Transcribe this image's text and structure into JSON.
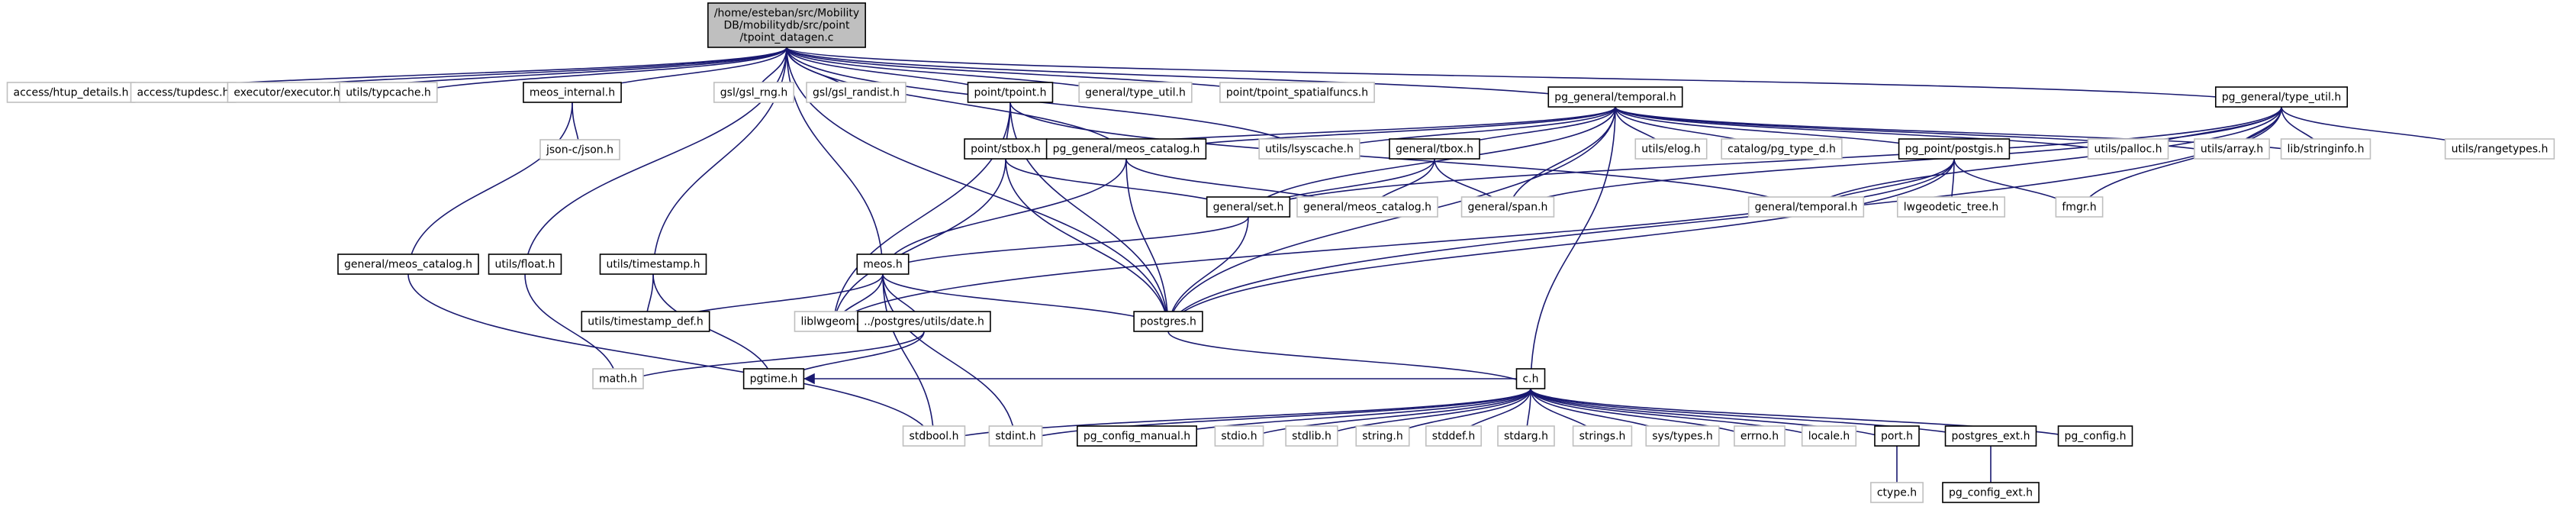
{
  "colors": {
    "edge": "#191970",
    "root_fill": "#bfbfbf",
    "linked_fill": "#ffffff",
    "linked_stroke": "#000000",
    "plain_stroke": "#bfbfbf",
    "text": "#000000"
  },
  "nodes": [
    {
      "id": "root",
      "label": [
        "/home/esteban/src/Mobility",
        "DB/mobilitydb/src/point",
        "/tpoint_datagen.c"
      ],
      "kind": "root"
    },
    {
      "id": "access_htup_details",
      "label": [
        "access/htup_details.h"
      ],
      "kind": "plain"
    },
    {
      "id": "access_tupdesc",
      "label": [
        "access/tupdesc.h"
      ],
      "kind": "plain"
    },
    {
      "id": "executor_executor",
      "label": [
        "executor/executor.h"
      ],
      "kind": "plain"
    },
    {
      "id": "utils_typcache",
      "label": [
        "utils/typcache.h"
      ],
      "kind": "plain"
    },
    {
      "id": "meos_internal",
      "label": [
        "meos_internal.h"
      ],
      "kind": "linked"
    },
    {
      "id": "gsl_rng",
      "label": [
        "gsl/gsl_rng.h"
      ],
      "kind": "plain"
    },
    {
      "id": "gsl_randist",
      "label": [
        "gsl/gsl_randist.h"
      ],
      "kind": "plain"
    },
    {
      "id": "point_tpoint",
      "label": [
        "point/tpoint.h"
      ],
      "kind": "linked"
    },
    {
      "id": "general_type_util",
      "label": [
        "general/type_util.h"
      ],
      "kind": "plain"
    },
    {
      "id": "point_tpoint_spatialfuncs",
      "label": [
        "point/tpoint_spatialfuncs.h"
      ],
      "kind": "plain"
    },
    {
      "id": "pg_general_temporal",
      "label": [
        "pg_general/temporal.h"
      ],
      "kind": "linked"
    },
    {
      "id": "pg_general_type_util",
      "label": [
        "pg_general/type_util.h"
      ],
      "kind": "linked"
    },
    {
      "id": "json_c_json",
      "label": [
        "json-c/json.h"
      ],
      "kind": "plain"
    },
    {
      "id": "point_stbox",
      "label": [
        "point/stbox.h"
      ],
      "kind": "linked"
    },
    {
      "id": "pg_general_meos_catalog",
      "label": [
        "pg_general/meos_catalog.h"
      ],
      "kind": "linked"
    },
    {
      "id": "utils_lsyscache",
      "label": [
        "utils/lsyscache.h"
      ],
      "kind": "plain"
    },
    {
      "id": "general_tbox",
      "label": [
        "general/tbox.h"
      ],
      "kind": "linked"
    },
    {
      "id": "utils_elog",
      "label": [
        "utils/elog.h"
      ],
      "kind": "plain"
    },
    {
      "id": "catalog_pg_type_d",
      "label": [
        "catalog/pg_type_d.h"
      ],
      "kind": "plain"
    },
    {
      "id": "pg_point_postgis",
      "label": [
        "pg_point/postgis.h"
      ],
      "kind": "linked"
    },
    {
      "id": "utils_palloc",
      "label": [
        "utils/palloc.h"
      ],
      "kind": "plain"
    },
    {
      "id": "utils_array",
      "label": [
        "utils/array.h"
      ],
      "kind": "plain"
    },
    {
      "id": "lib_stringinfo",
      "label": [
        "lib/stringinfo.h"
      ],
      "kind": "plain"
    },
    {
      "id": "utils_rangetypes",
      "label": [
        "utils/rangetypes.h"
      ],
      "kind": "plain"
    },
    {
      "id": "general_set",
      "label": [
        "general/set.h"
      ],
      "kind": "linked"
    },
    {
      "id": "general_meos_catalog_mid",
      "label": [
        "general/meos_catalog.h"
      ],
      "kind": "plain"
    },
    {
      "id": "general_span",
      "label": [
        "general/span.h"
      ],
      "kind": "plain"
    },
    {
      "id": "general_temporal",
      "label": [
        "general/temporal.h"
      ],
      "kind": "plain"
    },
    {
      "id": "lwgeodetic_tree",
      "label": [
        "lwgeodetic_tree.h"
      ],
      "kind": "plain"
    },
    {
      "id": "fmgr",
      "label": [
        "fmgr.h"
      ],
      "kind": "plain"
    },
    {
      "id": "general_meos_catalog_left",
      "label": [
        "general/meos_catalog.h"
      ],
      "kind": "linked"
    },
    {
      "id": "utils_float",
      "label": [
        "utils/float.h"
      ],
      "kind": "linked"
    },
    {
      "id": "utils_timestamp",
      "label": [
        "utils/timestamp.h"
      ],
      "kind": "linked"
    },
    {
      "id": "meos",
      "label": [
        "meos.h"
      ],
      "kind": "linked"
    },
    {
      "id": "utils_timestamp_def",
      "label": [
        "utils/timestamp_def.h"
      ],
      "kind": "linked"
    },
    {
      "id": "liblwgeom",
      "label": [
        "liblwgeom.h"
      ],
      "kind": "plain"
    },
    {
      "id": "postgres_utils_date",
      "label": [
        "../postgres/utils/date.h"
      ],
      "kind": "linked"
    },
    {
      "id": "postgres",
      "label": [
        "postgres.h"
      ],
      "kind": "linked"
    },
    {
      "id": "math",
      "label": [
        "math.h"
      ],
      "kind": "plain"
    },
    {
      "id": "pgtime",
      "label": [
        "pgtime.h"
      ],
      "kind": "linked"
    },
    {
      "id": "c",
      "label": [
        "c.h"
      ],
      "kind": "linked"
    },
    {
      "id": "stdbool",
      "label": [
        "stdbool.h"
      ],
      "kind": "plain"
    },
    {
      "id": "stdint",
      "label": [
        "stdint.h"
      ],
      "kind": "plain"
    },
    {
      "id": "pg_config_manual",
      "label": [
        "pg_config_manual.h"
      ],
      "kind": "linked"
    },
    {
      "id": "stdio",
      "label": [
        "stdio.h"
      ],
      "kind": "plain"
    },
    {
      "id": "stdlib",
      "label": [
        "stdlib.h"
      ],
      "kind": "plain"
    },
    {
      "id": "string",
      "label": [
        "string.h"
      ],
      "kind": "plain"
    },
    {
      "id": "stddef",
      "label": [
        "stddef.h"
      ],
      "kind": "plain"
    },
    {
      "id": "stdarg",
      "label": [
        "stdarg.h"
      ],
      "kind": "plain"
    },
    {
      "id": "strings",
      "label": [
        "strings.h"
      ],
      "kind": "plain"
    },
    {
      "id": "sys_types",
      "label": [
        "sys/types.h"
      ],
      "kind": "plain"
    },
    {
      "id": "errno",
      "label": [
        "errno.h"
      ],
      "kind": "plain"
    },
    {
      "id": "locale",
      "label": [
        "locale.h"
      ],
      "kind": "plain"
    },
    {
      "id": "port",
      "label": [
        "port.h"
      ],
      "kind": "linked"
    },
    {
      "id": "postgres_ext",
      "label": [
        "postgres_ext.h"
      ],
      "kind": "linked"
    },
    {
      "id": "pg_config",
      "label": [
        "pg_config.h"
      ],
      "kind": "linked"
    },
    {
      "id": "ctype",
      "label": [
        "ctype.h"
      ],
      "kind": "plain"
    },
    {
      "id": "pg_config_ext",
      "label": [
        "pg_config_ext.h"
      ],
      "kind": "linked"
    }
  ],
  "edges": [
    [
      "root",
      "access_htup_details"
    ],
    [
      "root",
      "access_tupdesc"
    ],
    [
      "root",
      "executor_executor"
    ],
    [
      "root",
      "utils_typcache"
    ],
    [
      "root",
      "meos_internal"
    ],
    [
      "root",
      "gsl_rng"
    ],
    [
      "root",
      "gsl_randist"
    ],
    [
      "root",
      "point_tpoint"
    ],
    [
      "root",
      "general_type_util"
    ],
    [
      "root",
      "point_tpoint_spatialfuncs"
    ],
    [
      "root",
      "pg_general_temporal"
    ],
    [
      "root",
      "pg_general_type_util"
    ],
    [
      "root",
      "utils_float"
    ],
    [
      "root",
      "utils_timestamp"
    ],
    [
      "root",
      "meos"
    ],
    [
      "root",
      "utils_lsyscache"
    ],
    [
      "root",
      "postgres"
    ],
    [
      "root",
      "pg_general_meos_catalog"
    ],
    [
      "meos_internal",
      "json_c_json"
    ],
    [
      "meos_internal",
      "general_meos_catalog_left"
    ],
    [
      "point_tpoint",
      "point_stbox"
    ],
    [
      "point_tpoint",
      "liblwgeom"
    ],
    [
      "point_tpoint",
      "postgres"
    ],
    [
      "point_tpoint",
      "general_temporal"
    ],
    [
      "pg_general_temporal",
      "point_stbox"
    ],
    [
      "pg_general_temporal",
      "pg_general_meos_catalog"
    ],
    [
      "pg_general_temporal",
      "utils_lsyscache"
    ],
    [
      "pg_general_temporal",
      "general_tbox"
    ],
    [
      "pg_general_temporal",
      "utils_elog"
    ],
    [
      "pg_general_temporal",
      "catalog_pg_type_d"
    ],
    [
      "pg_general_temporal",
      "pg_point_postgis"
    ],
    [
      "pg_general_temporal",
      "utils_palloc"
    ],
    [
      "pg_general_temporal",
      "utils_array"
    ],
    [
      "pg_general_temporal",
      "lib_stringinfo"
    ],
    [
      "pg_general_temporal",
      "general_set"
    ],
    [
      "pg_general_temporal",
      "general_span"
    ],
    [
      "pg_general_temporal",
      "postgres"
    ],
    [
      "pg_general_temporal",
      "c"
    ],
    [
      "pg_general_type_util",
      "utils_palloc"
    ],
    [
      "pg_general_type_util",
      "utils_array"
    ],
    [
      "pg_general_type_util",
      "lib_stringinfo"
    ],
    [
      "pg_general_type_util",
      "utils_rangetypes"
    ],
    [
      "pg_general_type_util",
      "general_temporal"
    ],
    [
      "pg_general_type_util",
      "fmgr"
    ],
    [
      "pg_general_type_util",
      "general_set"
    ],
    [
      "pg_general_type_util",
      "postgres"
    ],
    [
      "pg_general_type_util",
      "general_span"
    ],
    [
      "point_stbox",
      "general_set"
    ],
    [
      "point_stbox",
      "postgres"
    ],
    [
      "point_stbox",
      "liblwgeom"
    ],
    [
      "pg_general_meos_catalog",
      "general_meos_catalog_mid"
    ],
    [
      "pg_general_meos_catalog",
      "meos"
    ],
    [
      "pg_general_meos_catalog",
      "postgres"
    ],
    [
      "general_tbox",
      "general_set"
    ],
    [
      "general_tbox",
      "general_meos_catalog_mid"
    ],
    [
      "general_tbox",
      "general_span"
    ],
    [
      "pg_point_postgis",
      "general_temporal"
    ],
    [
      "pg_point_postgis",
      "lwgeodetic_tree"
    ],
    [
      "pg_point_postgis",
      "fmgr"
    ],
    [
      "pg_point_postgis",
      "postgres"
    ],
    [
      "pg_point_postgis",
      "liblwgeom"
    ],
    [
      "general_set",
      "meos"
    ],
    [
      "general_set",
      "postgres"
    ],
    [
      "general_meos_catalog_left",
      "stdbool"
    ],
    [
      "utils_float",
      "math"
    ],
    [
      "utils_timestamp",
      "utils_timestamp_def"
    ],
    [
      "utils_timestamp",
      "pgtime"
    ],
    [
      "meos",
      "utils_timestamp_def"
    ],
    [
      "meos",
      "liblwgeom"
    ],
    [
      "meos",
      "postgres_utils_date"
    ],
    [
      "meos",
      "postgres"
    ],
    [
      "meos",
      "stdbool"
    ],
    [
      "meos",
      "stdint"
    ],
    [
      "postgres_utils_date",
      "math"
    ],
    [
      "postgres_utils_date",
      "pgtime"
    ],
    [
      "postgres",
      "c"
    ],
    [
      "c",
      "stdbool"
    ],
    [
      "c",
      "stdint"
    ],
    [
      "c",
      "pg_config_manual"
    ],
    [
      "c",
      "stdio"
    ],
    [
      "c",
      "stdlib"
    ],
    [
      "c",
      "string"
    ],
    [
      "c",
      "stddef"
    ],
    [
      "c",
      "stdarg"
    ],
    [
      "c",
      "strings"
    ],
    [
      "c",
      "sys_types"
    ],
    [
      "c",
      "errno"
    ],
    [
      "c",
      "locale"
    ],
    [
      "c",
      "port"
    ],
    [
      "c",
      "postgres_ext"
    ],
    [
      "c",
      "pg_config"
    ],
    [
      "c",
      "pgtime"
    ],
    [
      "port",
      "ctype"
    ],
    [
      "postgres_ext",
      "pg_config_ext"
    ]
  ]
}
